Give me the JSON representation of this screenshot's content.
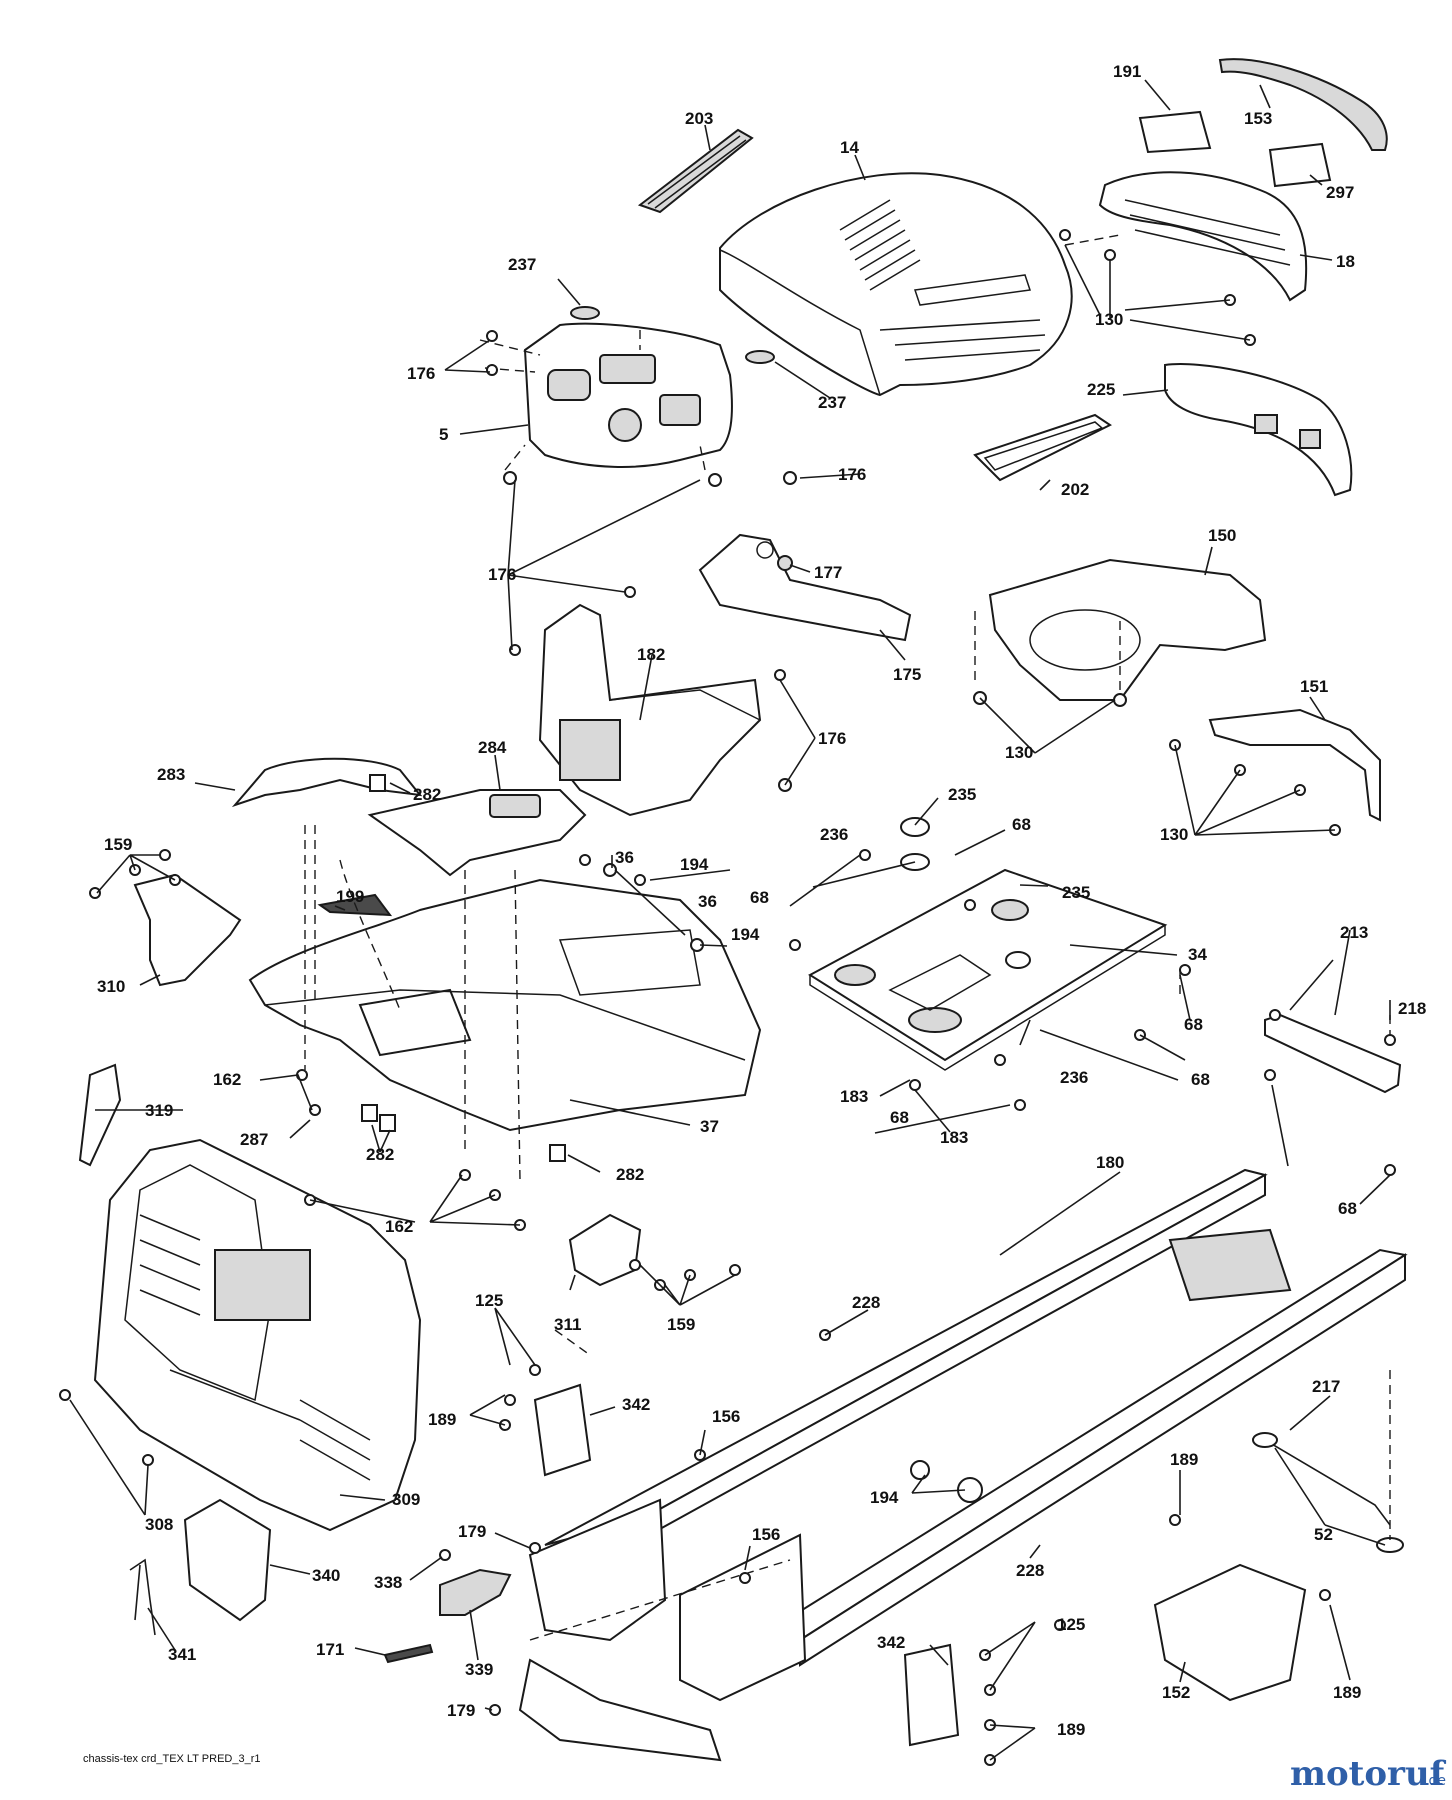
{
  "diagram": {
    "labels": [
      "191",
      "153",
      "203",
      "14",
      "297",
      "18",
      "130",
      "237",
      "176",
      "5",
      "237",
      "225",
      "176",
      "202",
      "150",
      "176",
      "177",
      "182",
      "175",
      "176",
      "151",
      "130",
      "130",
      "235",
      "283",
      "282",
      "284",
      "68",
      "159",
      "36",
      "194",
      "236",
      "68",
      "235",
      "199",
      "36",
      "194",
      "34",
      "310",
      "213",
      "218",
      "68",
      "162",
      "236",
      "68",
      "319",
      "183",
      "287",
      "37",
      "183",
      "68",
      "282",
      "282",
      "180",
      "162",
      "68",
      "311",
      "159",
      "125",
      "228",
      "342",
      "189",
      "217",
      "156",
      "308",
      "309",
      "194",
      "189",
      "52",
      "179",
      "156",
      "338",
      "228",
      "340",
      "171",
      "339",
      "342",
      "125",
      "341",
      "179",
      "189",
      "152",
      "189"
    ],
    "footer_code": "chassis-tex crd_TEX LT PRED_3_r1",
    "watermark_main": "motoruf",
    "watermark_suffix": ".de",
    "colors": {
      "line": "#1a1a1a",
      "part_fill": "#ffffff",
      "shade": "#d9d9d9",
      "watermark": "#2f5fa8"
    }
  }
}
